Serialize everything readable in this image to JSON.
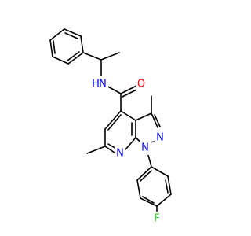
{
  "colors": {
    "background": "#ffffff",
    "bond": "#000000",
    "carbon": "#000000",
    "nitrogen": "#0000ff",
    "oxygen": "#ff0000",
    "fluorine": "#33cc33"
  },
  "atoms": {
    "amide_n": {
      "symbol": "N",
      "hydrogen": "H",
      "element": "nitrogen"
    },
    "carbonyl_o": {
      "symbol": "O",
      "element": "oxygen"
    },
    "pyrazole_n2": {
      "symbol": "N",
      "element": "nitrogen"
    },
    "pyrazole_n1": {
      "symbol": "N",
      "element": "nitrogen"
    },
    "pyridine_n7": {
      "symbol": "N",
      "element": "nitrogen"
    },
    "fluorine": {
      "symbol": "F",
      "element": "fluorine"
    }
  }
}
